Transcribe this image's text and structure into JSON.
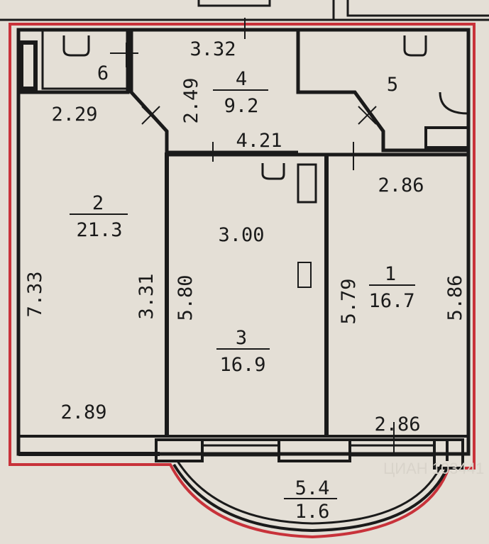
{
  "colors": {
    "background": "#e4dfd6",
    "wall": "#1a1a1a",
    "outline": "#c8323a"
  },
  "rooms": [
    {
      "number": "1",
      "area": "16.7"
    },
    {
      "number": "2",
      "area": "21.3"
    },
    {
      "number": "3",
      "area": "16.9"
    },
    {
      "number": "4",
      "area": "9.2"
    },
    {
      "number": "5"
    },
    {
      "number": "6"
    },
    {
      "number": "",
      "area_top": "5.4",
      "area_bottom": "1.6"
    }
  ],
  "dimensions": {
    "d332": "3.32",
    "d249": "2.49",
    "d229": "2.29",
    "d421": "4.21",
    "d286a": "2.86",
    "d300": "3.00",
    "d733": "7.33",
    "d331": "3.31",
    "d580": "5.80",
    "d579": "5.79",
    "d586": "5.86",
    "d289": "2.89",
    "d286b": "2.86"
  },
  "watermark": "ЦИАН 103441"
}
